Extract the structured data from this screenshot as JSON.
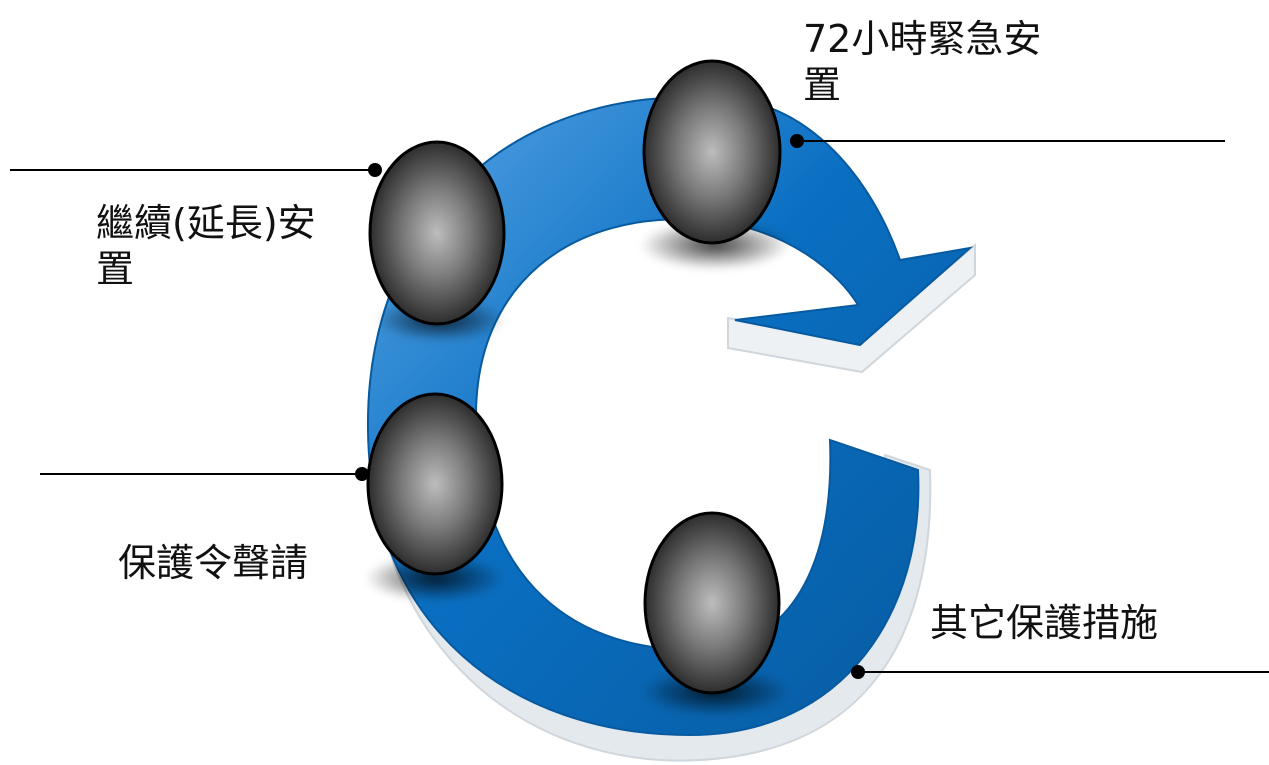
{
  "diagram": {
    "arrow_color": "#0a6fc2",
    "arrow_dark": "#075a9f",
    "arrow_light": "#5aa6e6",
    "edge_color": "#dfe4e8",
    "node_color": "#2b2b2b",
    "line_color": "#000000",
    "steps": [
      {
        "id": "step-72h",
        "text": "72小時緊急安\n置"
      },
      {
        "id": "step-extended",
        "text": "繼續(延長)安\n置"
      },
      {
        "id": "step-protection-order",
        "text": "保護令聲請"
      },
      {
        "id": "step-other",
        "text": "其它保護措施"
      }
    ]
  }
}
